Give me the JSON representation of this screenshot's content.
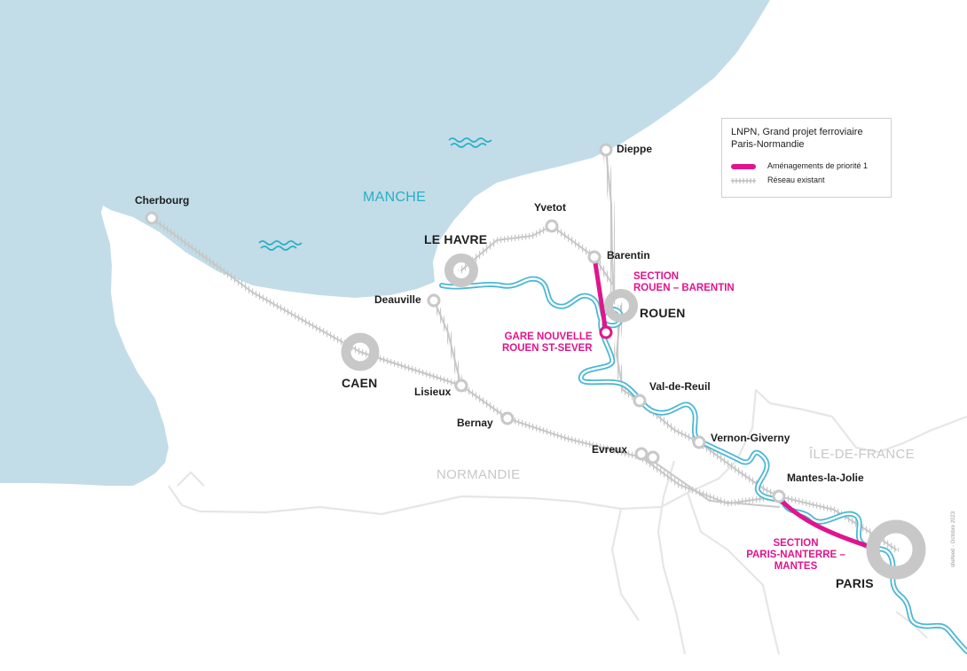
{
  "legend": {
    "title": "LNPN, Grand projet ferroviaire\nParis-Normandie",
    "priority_label": "Aménagements de priorité 1",
    "network_label": "Réseau existant"
  },
  "sea": {
    "label": "MANCHE"
  },
  "regions": {
    "normandie": "NORMANDIE",
    "idf": "ÎLE-DE-FRANCE"
  },
  "cities": {
    "cherbourg": "Cherbourg",
    "dieppe": "Dieppe",
    "yvetot": "Yvetot",
    "le_havre": "LE HAVRE",
    "barentin": "Barentin",
    "deauville": "Deauville",
    "rouen": "ROUEN",
    "caen": "CAEN",
    "lisieux": "Lisieux",
    "bernay": "Bernay",
    "val_de_reuil": "Val-de-Reuil",
    "vernon": "Vernon-Giverny",
    "evreux": "Evreux",
    "mantes": "Mantes-la-Jolie",
    "paris": "PARIS"
  },
  "annotations": {
    "section_rouen_barentin": "SECTION\nROUEN – BARENTIN",
    "gare_nouvelle": "GARE NOUVELLE\nROUEN ST-SEVER",
    "section_paris_mantes": "SECTION\nPARIS-NANTERRE –\nMANTES"
  },
  "credit": "shefeed - Octobre 2023",
  "colors": {
    "sea": "#c2dde8",
    "river": "#4cb8d4",
    "priority": "#e0158d",
    "rail": "#c4c4c4",
    "station": "#c8c8c8",
    "border": "#e6e6e6"
  }
}
